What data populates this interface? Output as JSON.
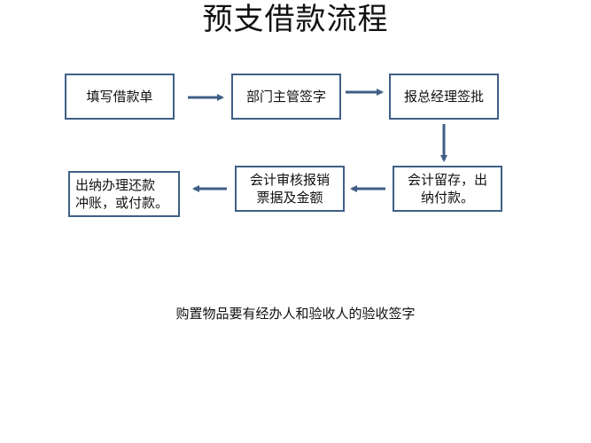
{
  "title": "预支借款流程",
  "steps": [
    {
      "label": "填写借款单"
    },
    {
      "label": "部门主管签字"
    },
    {
      "label": "报总经理签批"
    },
    {
      "label": "会计留存，出\n纳付款。"
    },
    {
      "label": "会计审核报销\n票据及金额"
    },
    {
      "label": "出纳办理还款\n冲账，或付款。"
    }
  ],
  "note": "购置物品要有经办人和验收人的验收签字",
  "colors": {
    "box_border": "#3f5f86",
    "arrow": "#3f5f86"
  }
}
